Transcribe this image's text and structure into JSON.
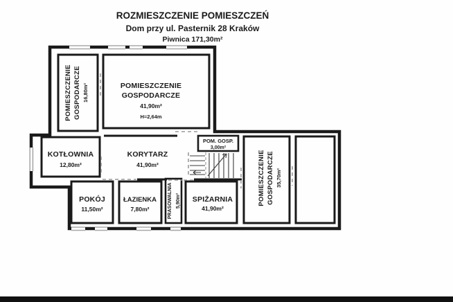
{
  "title": {
    "main": "ROZMIESZCZENIE POMIESZCZEŃ",
    "address": "Dom przy ul. Pasternik 28 Kraków",
    "floor": "Piwnica 171,30m²"
  },
  "rooms": {
    "storage_left": {
      "name1": "POMIESZCZENIE",
      "name2": "GOSPODARCZE",
      "area": "16,80m²"
    },
    "storage_main": {
      "name1": "POMIESZCZENIE",
      "name2": "GOSPODARCZE",
      "area": "41,90m²",
      "height": "H=2,64m"
    },
    "boiler": {
      "name": "KOTŁOWNIA",
      "area": "12,80m²"
    },
    "corridor": {
      "name": "KORYTARZ",
      "area": "41,90m²"
    },
    "storage_small": {
      "name": "POM. GOSP.",
      "area": "3,00m²"
    },
    "storage_right": {
      "name1": "POMIESZCZENIE",
      "name2": "GOSPODARCZE",
      "area": "35,70m²"
    },
    "room": {
      "name": "POKÓJ",
      "area": "11,50m²"
    },
    "bathroom": {
      "name": "ŁAZIENKA",
      "area": "7,80m²"
    },
    "laundry": {
      "name": "PRASOWALNIA",
      "area": "5,90m²"
    },
    "pantry": {
      "name": "SPIŻARNIA",
      "area": "41,90m²"
    }
  },
  "colors": {
    "wall": "#1a1a1a",
    "window": "#a8a8a8",
    "door_dash": "#999999",
    "background": "#fefefe",
    "bottom_bar": "#111111"
  }
}
